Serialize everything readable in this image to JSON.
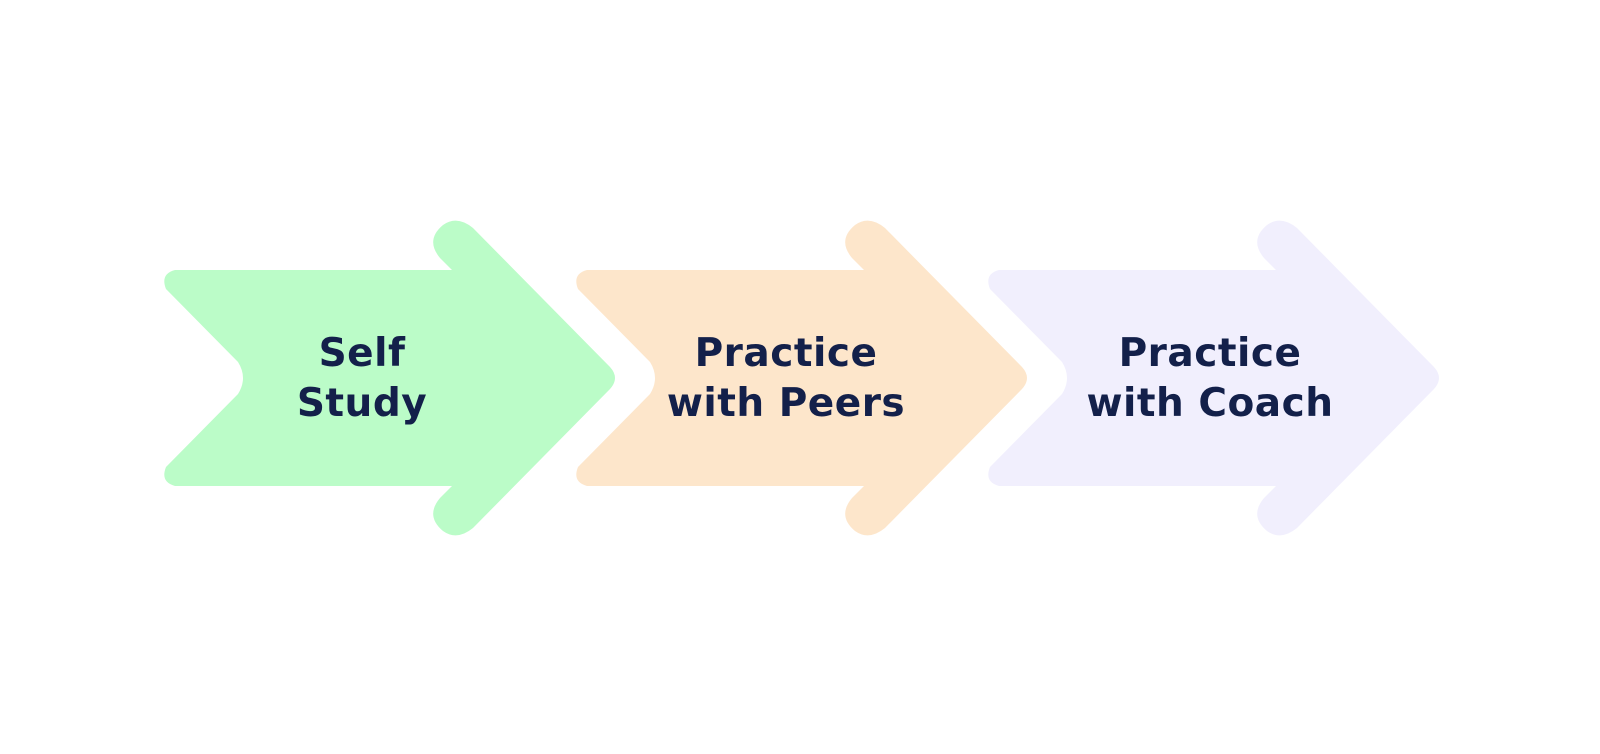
{
  "colors": {
    "background": "#ffffff",
    "text": "#13204a"
  },
  "steps": [
    {
      "line1": "Self",
      "line2": "Study",
      "color": "#bbfcc8"
    },
    {
      "line1": "Practice",
      "line2": "with Peers",
      "color": "#fde6cb"
    },
    {
      "line1": "Practice",
      "line2": "with Coach",
      "color": "#f1effd"
    }
  ]
}
